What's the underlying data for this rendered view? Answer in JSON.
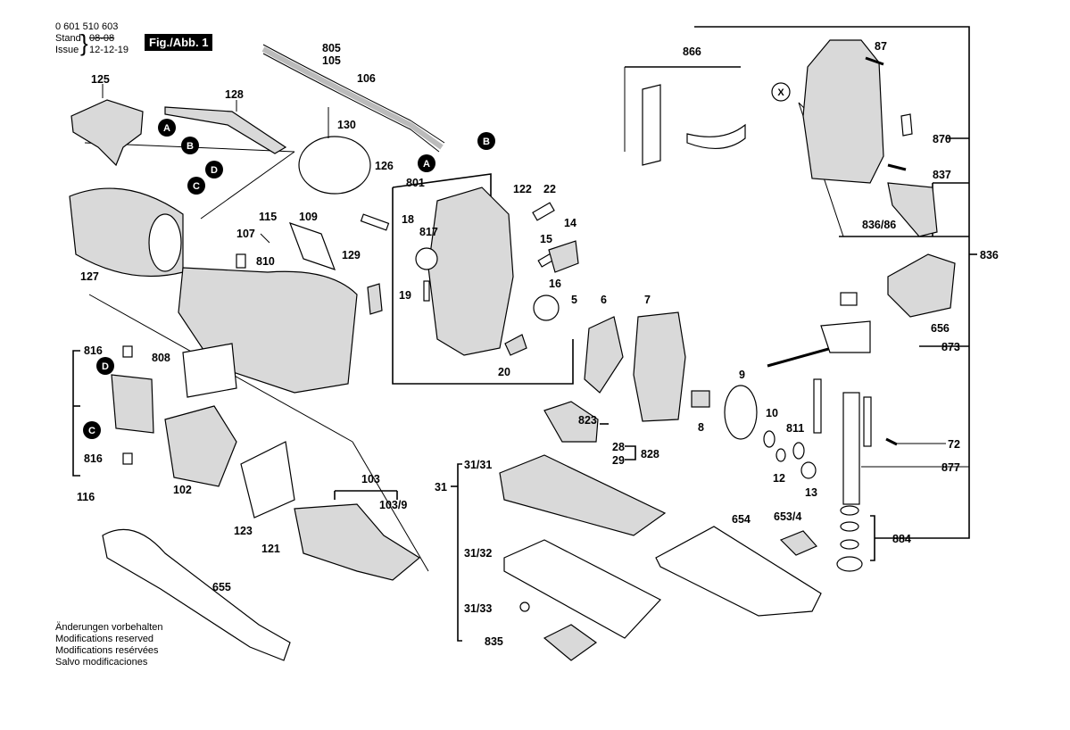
{
  "header": {
    "part_number": "0 601 510 603",
    "stand_label": "Stand",
    "stand_value": "08-08",
    "issue_label": "Issue",
    "issue_value": "12-12-19",
    "figure_label": "Fig./Abb. 1"
  },
  "footer_notes": [
    "Änderungen vorbehalten",
    "Modifications reserved",
    "Modifications resérvées",
    "Salvo modificaciones"
  ],
  "reference_markers": [
    "A",
    "B",
    "C",
    "D",
    "X"
  ],
  "part_labels": {
    "p125": "125",
    "p128": "128",
    "p805": "805",
    "p105": "105",
    "p106": "106",
    "p130": "130",
    "p126": "126",
    "p127": "127",
    "p115": "115",
    "p109": "109",
    "p107": "107",
    "p810": "810",
    "p129": "129",
    "p801": "801",
    "p18": "18",
    "p817": "817",
    "p122": "122",
    "p22": "22",
    "p14": "14",
    "p15": "15",
    "p16": "16",
    "p19": "19",
    "p5": "5",
    "p6": "6",
    "p7": "7",
    "p20": "20",
    "p816a": "816",
    "p808": "808",
    "p816b": "816",
    "p116": "116",
    "p102": "102",
    "p123": "123",
    "p121": "121",
    "p103": "103",
    "p103_9": "103/9",
    "p655": "655",
    "p866": "866",
    "p87": "87",
    "p870": "870",
    "p837": "837",
    "p836_86": "836/86",
    "p836": "836",
    "p656": "656",
    "p873": "873",
    "p9": "9",
    "p10": "10",
    "p811": "811",
    "p8": "8",
    "p12": "12",
    "p13": "13",
    "p72": "72",
    "p877": "877",
    "p823": "823",
    "p28": "28",
    "p29": "29",
    "p828": "828",
    "p31": "31",
    "p31_31": "31/31",
    "p31_32": "31/32",
    "p31_33": "31/33",
    "p835": "835",
    "p654": "654",
    "p653_4": "653/4",
    "p884": "884"
  }
}
